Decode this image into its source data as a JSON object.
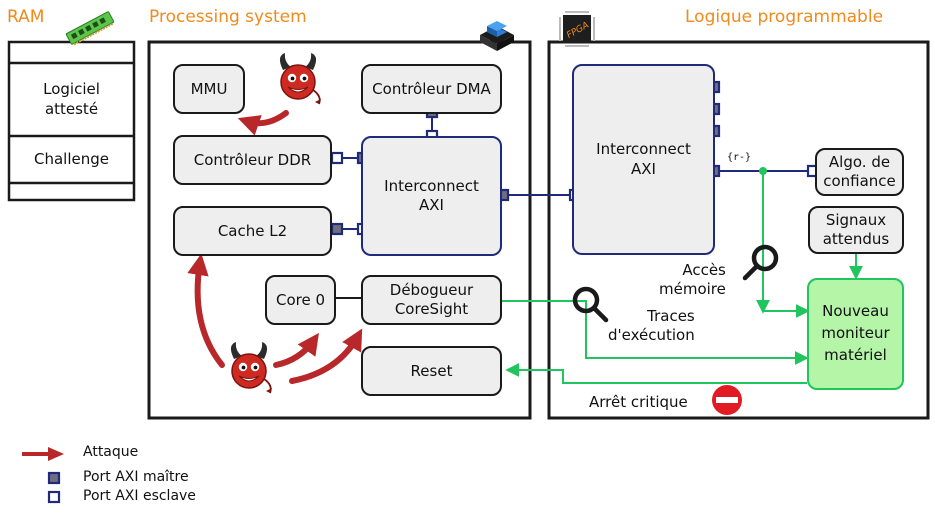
{
  "titles": {
    "ram": "RAM",
    "processing": "Processing system",
    "programmable": "Logique programmable"
  },
  "ram": {
    "software": "Logiciel\nattesté",
    "challenge": "Challenge"
  },
  "ps": {
    "mmu": "MMU",
    "dma": "Contrôleur DMA",
    "ddr": "Contrôleur DDR",
    "interconnect": "Interconnect\nAXI",
    "cache": "Cache L2",
    "core": "Core 0",
    "debugger": "Débogueur\nCoreSight",
    "reset": "Reset"
  },
  "pl": {
    "interconnect": "Interconnect\nAXI",
    "port_tag": "{r-}",
    "trust_algo": "Algo. de\nconfiance",
    "expected_signals": "Signaux\nattendus",
    "monitor": "Nouveau\nmoniteur\nmatériel",
    "fpga_chip": "FPGA"
  },
  "annotations": {
    "memory_access": "Accès\nmémoire",
    "exec_traces": "Traces\nd'exécution",
    "critical_stop": "Arrêt critique"
  },
  "legend": {
    "attack": "Attaque",
    "master_port": "Port AXI maître",
    "slave_port": "Port AXI esclave"
  },
  "colors": {
    "orange": "#f08a1c",
    "attack_red": "#b8282a",
    "axi_blue": "#1f2a7a",
    "master_fill": "#6e6e80",
    "signal_green": "#21c55d",
    "monitor_fill": "#b4f5a8",
    "stop_red": "#e01b24"
  }
}
